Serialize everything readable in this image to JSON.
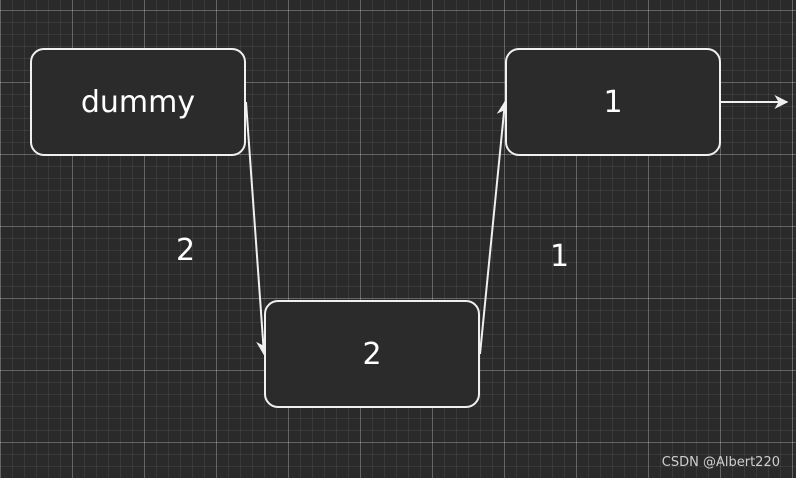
{
  "diagram": {
    "nodes": [
      {
        "id": "dummy",
        "label": "dummy"
      },
      {
        "id": "n1",
        "label": "1"
      },
      {
        "id": "n2",
        "label": "2"
      }
    ],
    "edge_labels": [
      "2",
      "1"
    ],
    "colors": {
      "background": "#2a2a2a",
      "stroke": "#f0f0f0",
      "text": "#ffffff"
    }
  },
  "watermark": "CSDN @Albert220"
}
